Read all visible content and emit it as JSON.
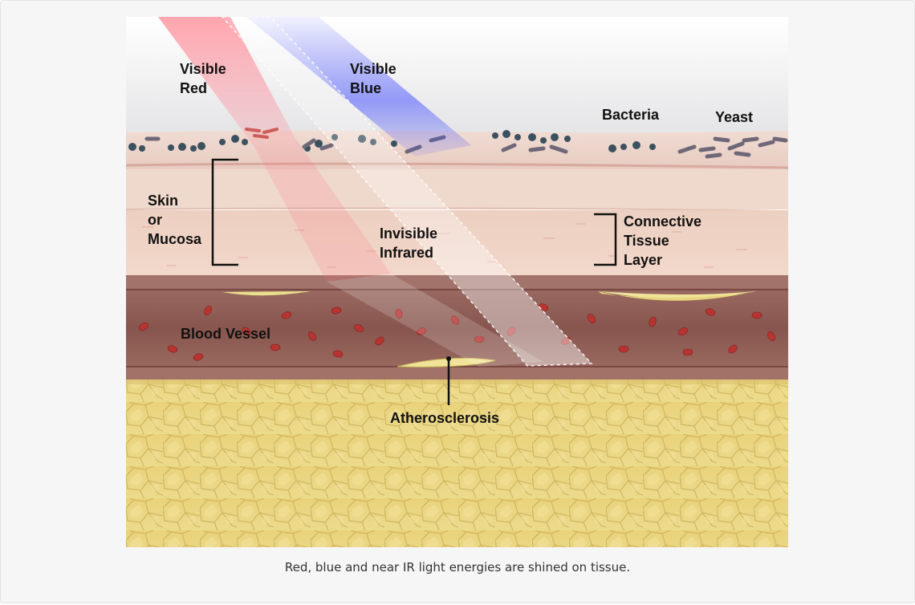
{
  "labels": {
    "visible_red": "Visible\nRed",
    "visible_blue": "Visible\nBlue",
    "bacteria": "Bacteria",
    "yeast": "Yeast",
    "skin_or_mucosa": "Skin\nor\nMucosa",
    "invisible_infrared": "Invisible\nInfrared",
    "connective_tissue_layer": "Connective\nTissue\nLayer",
    "blood_vessel": "Blood Vessel",
    "atherosclerosis": "Atherosclerosis"
  },
  "caption": "Red, blue and near IR light energies are shined on tissue.",
  "colors": {
    "frame_background": "#f6f6f6",
    "skin_surface": "#eed6cd",
    "connective_tissue": "#f1d3c5",
    "vessel_wall": "#8d5a52",
    "blood": "#8b3f3a",
    "fat": "#e8d37f",
    "plaque": "#f1e49a",
    "red_light": "#ff5a6a",
    "blue_light": "#4a5aff",
    "microbes": "#3c5160"
  }
}
